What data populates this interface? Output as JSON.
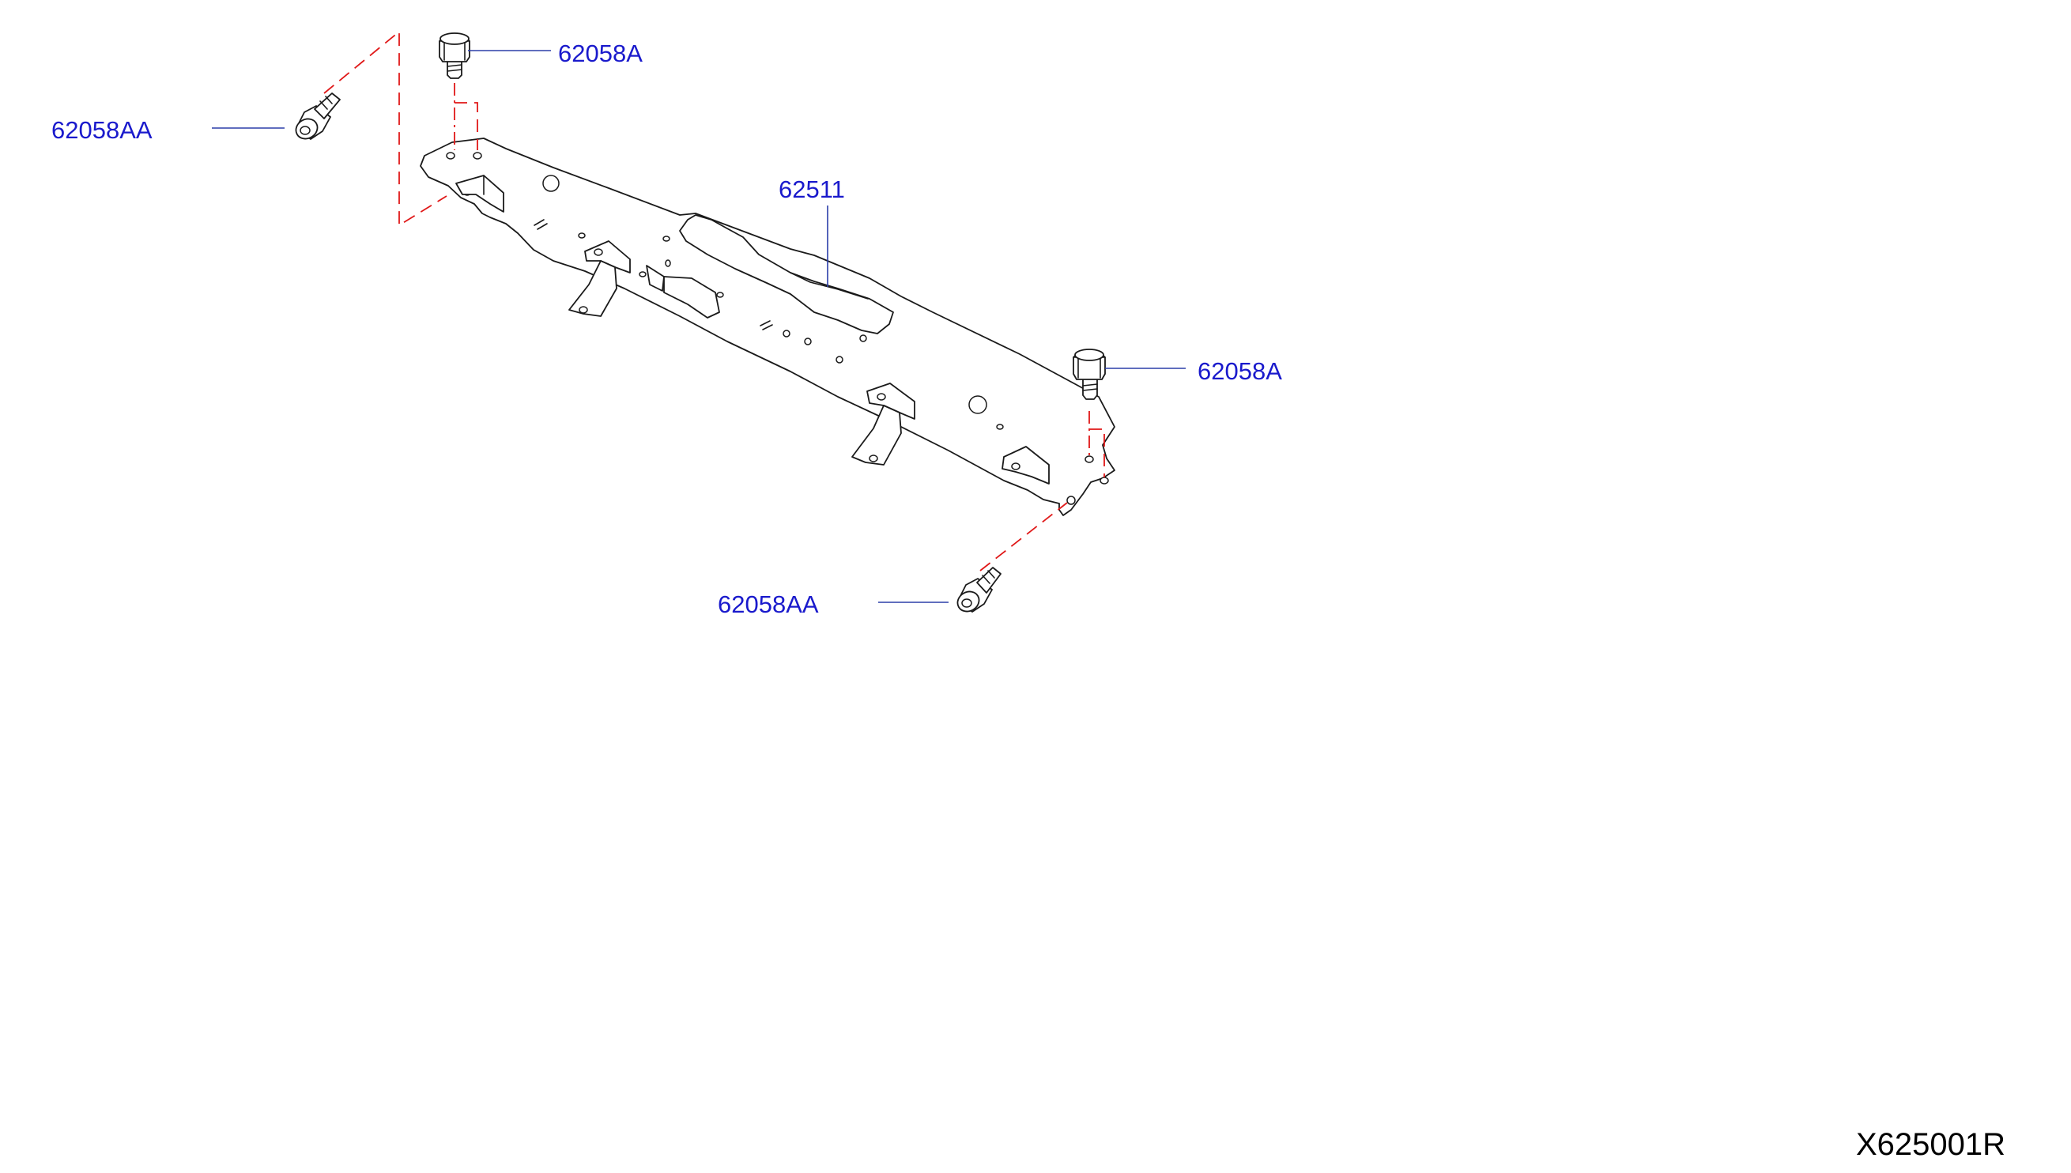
{
  "diagram": {
    "figure_number": "X625001R",
    "callouts": {
      "bolt_a_upper": "62058A",
      "bolt_aa_left": "62058AA",
      "member": "62511",
      "bolt_a_right": "62058A",
      "bolt_aa_lower": "62058AA"
    },
    "colors": {
      "label_text": "#1a1acc",
      "leader_line": "#2b3ea8",
      "dashed_guide": "#e01818",
      "outline": "#1a1a1a"
    }
  }
}
